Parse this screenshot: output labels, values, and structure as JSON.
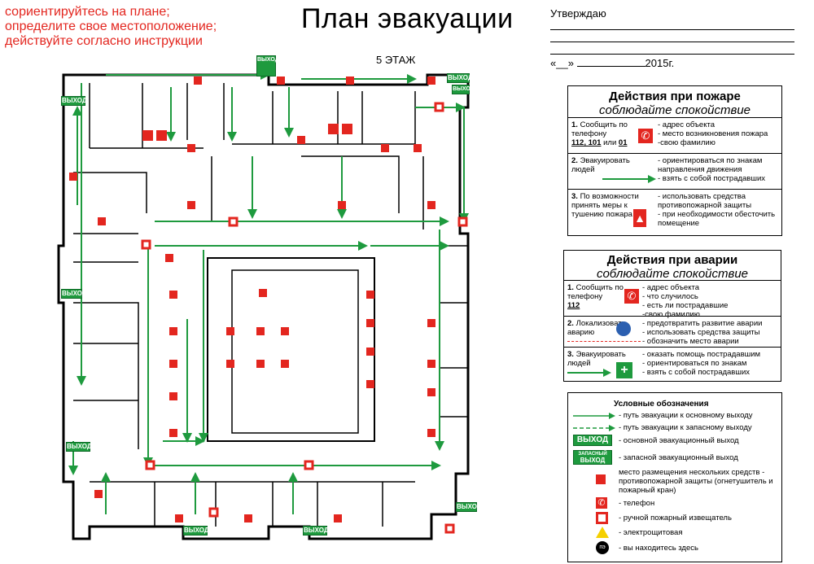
{
  "instructions": [
    "сориентируйтесь на плане;",
    "определите свое местоположение;",
    "действуйте согласно инструкции"
  ],
  "title": "План эвакуации",
  "floor": "5 ЭТАЖ",
  "approval": {
    "label": "Утверждаю",
    "date_prefix": "«__»",
    "year": "2015г."
  },
  "fire": {
    "heading": "Действия при пожаре",
    "subheading": "соблюдайте спокойствие",
    "steps": [
      {
        "num": "1.",
        "text": "Сообщить по телефону",
        "phones": "112, 101",
        "or": "или",
        "phone2": "01",
        "actions": [
          "- адрес объекта",
          "- место возникновения пожара",
          "-свою фамилию"
        ]
      },
      {
        "num": "2.",
        "text": "Эвакуировать людей",
        "actions": [
          "- ориентироваться по знакам направления движения",
          "- взять с собой пострадавших"
        ]
      },
      {
        "num": "3.",
        "text": "По возможности принять меры к тушению пожара",
        "actions": [
          "- использовать средства противопожарной защиты",
          "- при необходимости обесточить помещение"
        ]
      }
    ]
  },
  "accident": {
    "heading": "Действия при аварии",
    "subheading": "соблюдайте спокойствие",
    "steps": [
      {
        "num": "1.",
        "text": "Сообщить по телефону",
        "phone": "112",
        "actions": [
          "- адрес объекта",
          "- что случилось",
          "- есть ли пострадавшие",
          "-свою фамилию"
        ]
      },
      {
        "num": "2.",
        "text": "Локализовать аварию",
        "actions": [
          "- предотвратить развитие аварии",
          "- использовать средства защиты",
          "- обозначить место аварии"
        ]
      },
      {
        "num": "3.",
        "text": "Эвакуировать людей",
        "actions": [
          "- оказать помощь пострадавшим",
          "- ориентироваться по знакам",
          "- взять с собой пострадавших"
        ]
      }
    ]
  },
  "legend": {
    "heading": "Условные обозначения",
    "items": [
      "- путь эвакуации к основному выходу",
      "- путь эвакуации к запасному выходу",
      "- основной эвакуационный выход",
      "- запасной эвакуационный выход",
      "место размещения нескольких средств - противопожарной защиты (огнетушитель и пожарный кран)",
      "- телефон",
      "- ручной пожарный извещатель",
      "- электрощитовая",
      "- вы находитесь здесь"
    ],
    "exit_label": "ВЫХОД",
    "spare_exit_label_top": "ЗАПАСНЫЙ",
    "spare_exit_label": "ВЫХОД",
    "here_label": "пэ"
  },
  "plan_exits": [
    "ВЫХОД",
    "ВЫХОД",
    "ВЫХОД",
    "ВЫХОД",
    "ВЫХОД",
    "ВЫХОД",
    "ВЫХОД",
    "ВЫХОД",
    "ВЫХОД"
  ],
  "colors": {
    "route": "#1e9a3e",
    "alarm": "#e3261f",
    "walls": "#000000"
  }
}
